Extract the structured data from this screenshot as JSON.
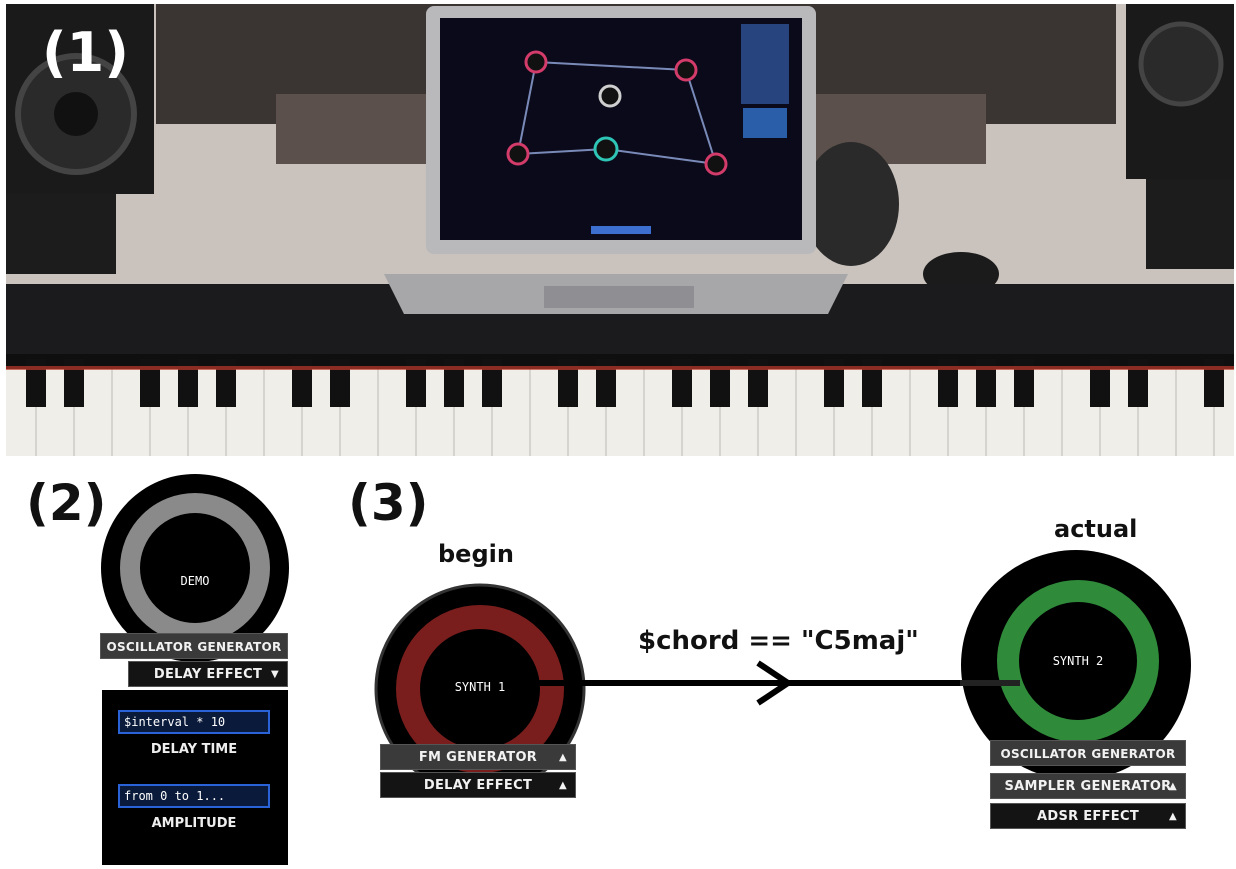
{
  "panels": {
    "p1_label": "(1)",
    "p2_label": "(2)",
    "p3_label": "(3)"
  },
  "panel2": {
    "node_label": "DEMO",
    "generator": "OSCILLATOR GENERATOR",
    "effect": "DELAY EFFECT",
    "param1_value": "$interval * 10",
    "param1_label": "DELAY TIME",
    "param2_value": "from 0 to 1...",
    "param2_label": "AMPLITUDE"
  },
  "panel3": {
    "begin_label": "begin",
    "actual_label": "actual",
    "node1": {
      "label": "SYNTH 1",
      "generator": "FM GENERATOR",
      "effect": "DELAY EFFECT"
    },
    "condition": "$chord == \"C5maj\"",
    "node2": {
      "label": "SYNTH 2",
      "generator1": "OSCILLATOR GENERATOR",
      "generator2": "SAMPLER GENERATOR",
      "effect": "ADSR EFFECT"
    }
  },
  "colors": {
    "ring_gray": "#8a8a8a",
    "ring_red": "#7a1d1d",
    "ring_green": "#2f8a3a",
    "input_border": "#2a63d8"
  }
}
